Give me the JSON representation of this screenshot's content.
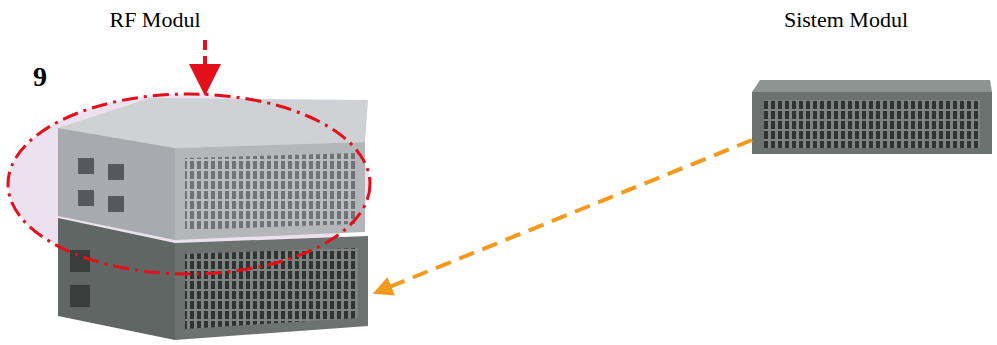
{
  "diagram": {
    "labels": [
      "RF Modul",
      "Sistem Modul",
      "9"
    ]
  }
}
